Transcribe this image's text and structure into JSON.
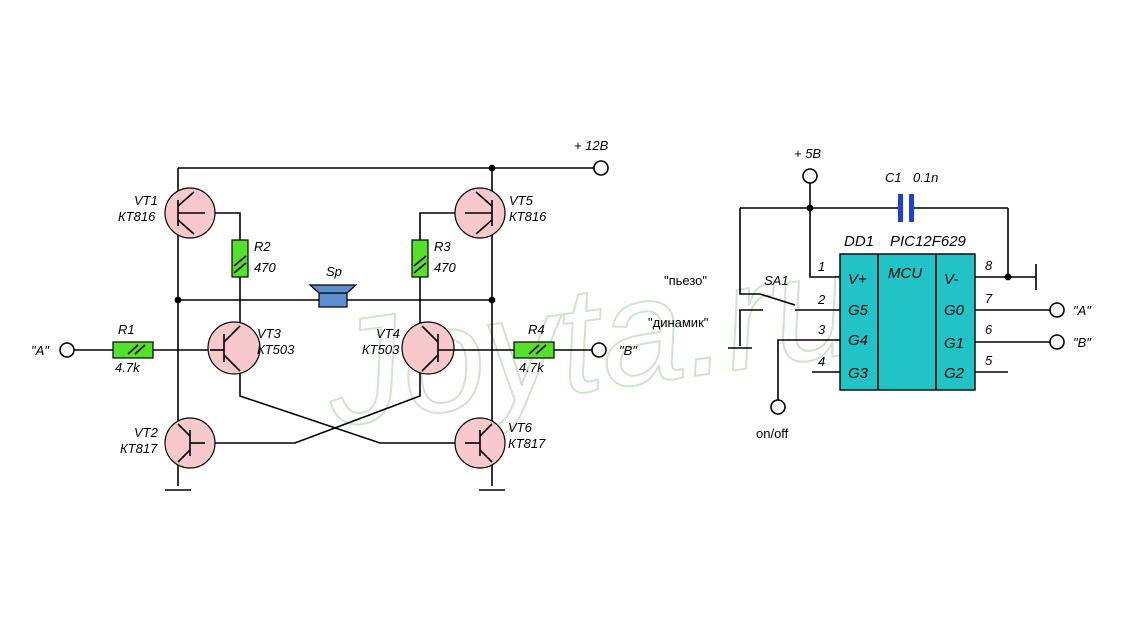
{
  "colors": {
    "transistor_fill": "#f7c8cc",
    "resistor_fill": "#55e02a",
    "mcu_fill": "#22c3c6",
    "speaker_fill": "#5b8fd0",
    "capacitor": "#1f3fd6",
    "watermark": "#cfe3cf"
  },
  "watermark": "Joyta.ru",
  "left": {
    "supply": "+ 12В",
    "in_a": "\"А\"",
    "in_b": "\"В\"",
    "speaker": "Sp",
    "transistors": [
      {
        "id": "VT1",
        "type": "КТ816"
      },
      {
        "id": "VT5",
        "type": "КТ816"
      },
      {
        "id": "VT3",
        "type": "КТ503"
      },
      {
        "id": "VT4",
        "type": "КТ503"
      },
      {
        "id": "VT2",
        "type": "КТ817"
      },
      {
        "id": "VT6",
        "type": "КТ817"
      }
    ],
    "resistors": [
      {
        "id": "R1",
        "value": "4.7k"
      },
      {
        "id": "R2",
        "value": "470"
      },
      {
        "id": "R3",
        "value": "470"
      },
      {
        "id": "R4",
        "value": "4.7k"
      }
    ]
  },
  "right": {
    "supply": "+ 5В",
    "cap_id": "С1",
    "cap_value": "0.1n",
    "chip_id": "DD1",
    "chip_part": "PIC12F629",
    "chip_core": "MCU",
    "switch": "SA1",
    "piezo": "\"пьезо\"",
    "speaker": "\"динамик\"",
    "onoff": "on/off",
    "out_a": "\"А\"",
    "out_b": "\"В\"",
    "left_pins": [
      {
        "num": "1",
        "name": "V+"
      },
      {
        "num": "2",
        "name": "G5"
      },
      {
        "num": "3",
        "name": "G4"
      },
      {
        "num": "4",
        "name": "G3"
      }
    ],
    "right_pins": [
      {
        "num": "8",
        "name": "V-"
      },
      {
        "num": "7",
        "name": "G0"
      },
      {
        "num": "6",
        "name": "G1"
      },
      {
        "num": "5",
        "name": "G2"
      }
    ]
  }
}
